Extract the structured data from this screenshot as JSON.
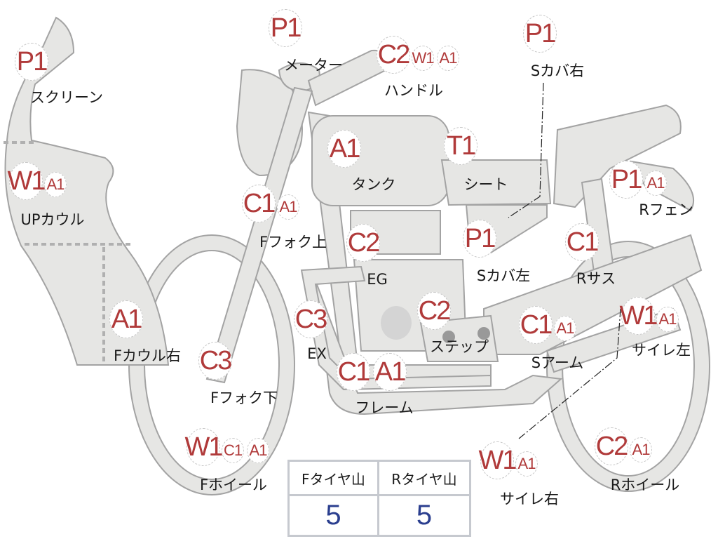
{
  "colors": {
    "part_fill": "#e6e6e4",
    "part_stroke": "#a3a3a3",
    "code": "#b03a3a",
    "value": "#2b3f8f"
  },
  "parts": [
    {
      "id": "screen",
      "label": "スクリーン",
      "codes": [
        "P1"
      ]
    },
    {
      "id": "meter",
      "label": "メーター",
      "codes": [
        "P1"
      ]
    },
    {
      "id": "handle",
      "label": "ハンドル",
      "codes": [
        "C2",
        "W1",
        "A1"
      ]
    },
    {
      "id": "s-cover-right",
      "label": "Sカバ右",
      "codes": [
        "P1"
      ]
    },
    {
      "id": "up-cowl",
      "label": "UPカウル",
      "codes": [
        "W1",
        "A1"
      ]
    },
    {
      "id": "tank",
      "label": "タンク",
      "codes": [
        "A1"
      ]
    },
    {
      "id": "seat",
      "label": "シート",
      "codes": [
        "T1"
      ]
    },
    {
      "id": "f-fork-upper",
      "label": "Fフォク上",
      "codes": [
        "C1",
        "A1"
      ]
    },
    {
      "id": "r-fender",
      "label": "Rフェン",
      "codes": [
        "P1",
        "A1"
      ]
    },
    {
      "id": "engine",
      "label": "EG",
      "codes": [
        "C2"
      ]
    },
    {
      "id": "s-cover-left",
      "label": "Sカバ左",
      "codes": [
        "P1"
      ]
    },
    {
      "id": "r-suspension",
      "label": "Rサス",
      "codes": [
        "C1"
      ]
    },
    {
      "id": "f-cowl-right",
      "label": "Fカウル右",
      "codes": [
        "A1"
      ]
    },
    {
      "id": "exhaust",
      "label": "EX",
      "codes": [
        "C3"
      ]
    },
    {
      "id": "step",
      "label": "ステップ",
      "codes": [
        "C2"
      ]
    },
    {
      "id": "swing-arm",
      "label": "Sアーム",
      "codes": [
        "C1",
        "A1"
      ]
    },
    {
      "id": "silencer-left",
      "label": "サイレ左",
      "codes": [
        "W1",
        "A1"
      ]
    },
    {
      "id": "f-fork-lower",
      "label": "Fフォク下",
      "codes": [
        "C3"
      ]
    },
    {
      "id": "frame",
      "label": "フレーム",
      "codes": [
        "C1",
        "A1"
      ]
    },
    {
      "id": "f-wheel",
      "label": "Fホイール",
      "codes": [
        "W1",
        "C1",
        "A1"
      ]
    },
    {
      "id": "silencer-right",
      "label": "サイレ右",
      "codes": [
        "W1",
        "A1"
      ]
    },
    {
      "id": "r-wheel",
      "label": "Rホイール",
      "codes": [
        "C2",
        "A1"
      ]
    }
  ],
  "tire_table": {
    "headers": [
      "Fタイヤ山",
      "Rタイヤ山"
    ],
    "values": [
      "5",
      "5"
    ]
  }
}
